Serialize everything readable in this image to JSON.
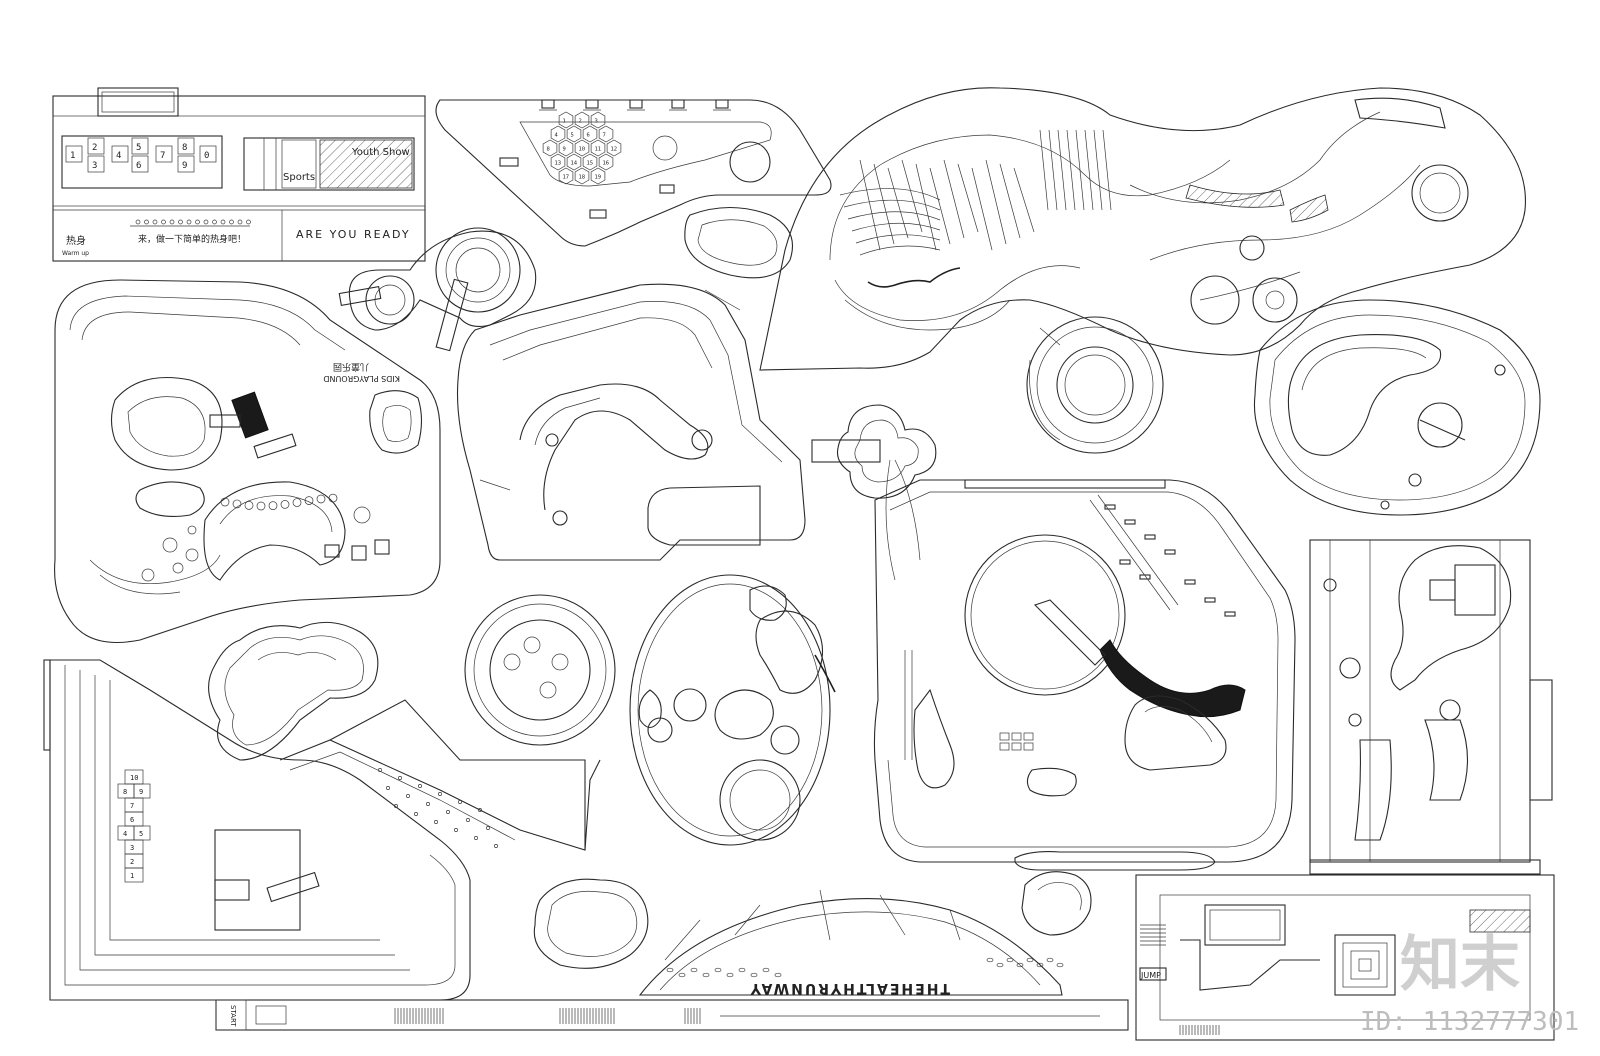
{
  "warmup_zone": {
    "youth_show_label": "Youth Show",
    "sports_label": "Sports",
    "are_you_ready_label": "ARE YOU READY",
    "warmup_cn_label": "热身",
    "warmup_en_label": "Warm up",
    "slogan_label": "来，做一下简单的热身吧！",
    "hopscotch_top": [
      "1",
      "2",
      "3",
      "4",
      "5",
      "6",
      "7",
      "8",
      "9",
      "0"
    ]
  },
  "kids_zone": {
    "cn_label": "儿童乐园",
    "en_label": "KIDS PLAYGROUND"
  },
  "hex_game": {
    "cells": [
      "1",
      "2",
      "3",
      "4",
      "5",
      "6",
      "7",
      "8",
      "9",
      "10",
      "11",
      "12",
      "13",
      "14",
      "15",
      "16",
      "17",
      "18",
      "19"
    ]
  },
  "hopscotch_left": {
    "cells": [
      "1",
      "2",
      "3",
      "4",
      "5",
      "6",
      "7",
      "8",
      "9",
      "10"
    ]
  },
  "runway": {
    "title_label": "THEHEALTHYRUNWAY",
    "start_label": "START"
  },
  "jump_zone": {
    "jump_label": "JUMP"
  },
  "watermark": {
    "logo_text": "知末",
    "id_text": "ID: 1132777301"
  }
}
